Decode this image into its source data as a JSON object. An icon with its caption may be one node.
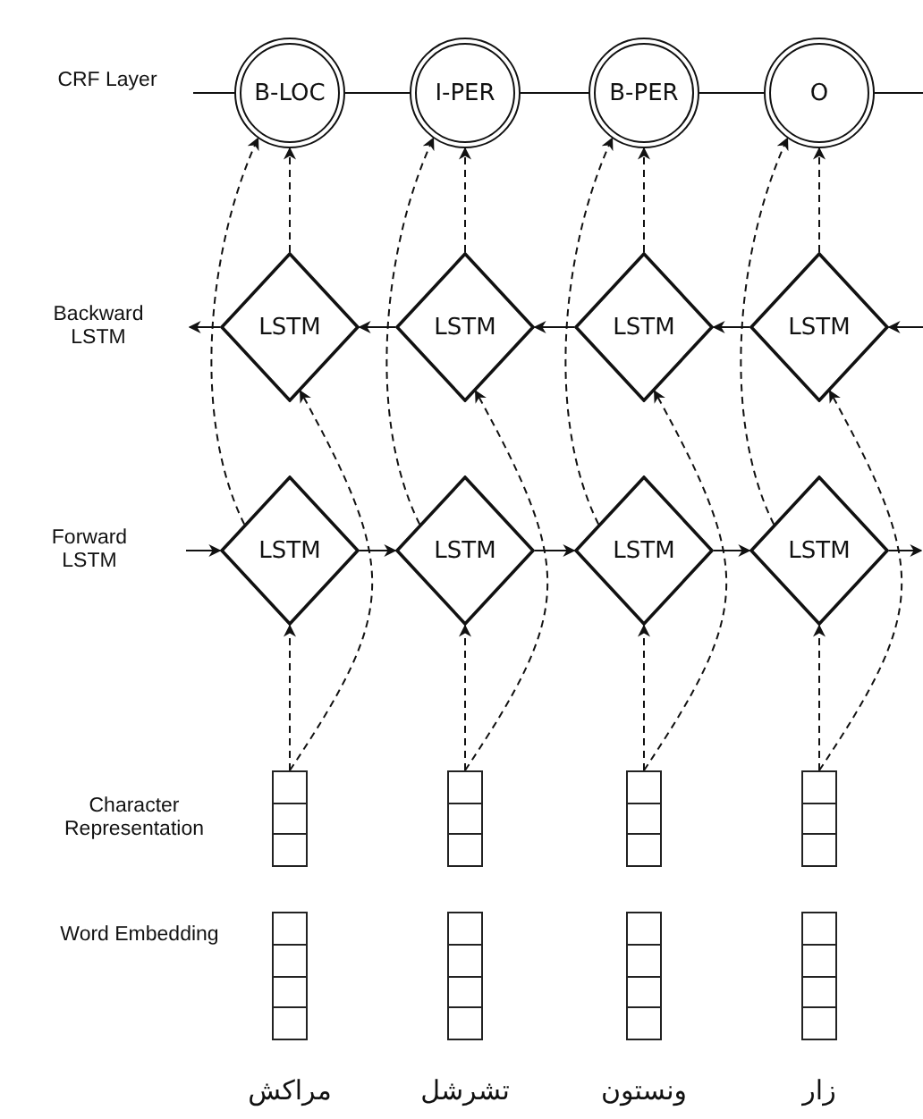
{
  "diagram": {
    "nodes": [
      {
        "text": [
          "B-LOC"
        ]
      },
      {
        "text": [
          "I-PER"
        ]
      },
      {
        "text": [
          "B-PER"
        ]
      },
      {
        "text": [
          "O"
        ]
      },
      {
        "text": [
          "LSTM"
        ]
      },
      {
        "text": [
          "LSTM"
        ]
      },
      {
        "text": [
          "LSTM"
        ]
      },
      {
        "text": [
          "LSTM"
        ]
      },
      {
        "text": [
          "LSTM"
        ]
      },
      {
        "text": [
          "LSTM"
        ]
      },
      {
        "text": [
          "LSTM"
        ]
      },
      {
        "text": [
          "LSTM"
        ]
      },
      {
        "text": [],
        "shape": "bar"
      },
      {
        "text": [],
        "shape": "bar"
      },
      {
        "text": [],
        "shape": "bar"
      },
      {
        "text": [],
        "shape": "bar"
      },
      {
        "text": [],
        "shape": "bar",
        "beside": [
          "مراكش"
        ]
      },
      {
        "text": [],
        "shape": "bar",
        "beside": [
          "تشرشل"
        ]
      },
      {
        "text": [],
        "shape": "bar",
        "beside": [
          "ونستون"
        ]
      },
      {
        "text": [],
        "shape": "bar",
        "beside": [
          "زار"
        ]
      }
    ],
    "edges": [
      {
        "from": null,
        "to": 0,
        "arrow": "none"
      },
      {
        "from": 0,
        "to": 1,
        "arrow": "none"
      },
      {
        "from": 1,
        "to": 2,
        "arrow": "none"
      },
      {
        "from": 2,
        "to": 3,
        "arrow": "none"
      },
      {
        "from": 3,
        "to": null,
        "arrow": "none"
      },
      {
        "from": 4,
        "to": null,
        "arrow": "to"
      },
      {
        "from": 5,
        "to": 4,
        "arrow": "to"
      },
      {
        "from": 6,
        "to": 5,
        "arrow": "to"
      },
      {
        "from": 7,
        "to": 6,
        "arrow": "to"
      },
      {
        "from": null,
        "to": 7,
        "arrow": "to"
      },
      {
        "from": null,
        "to": 8,
        "arrow": "to"
      },
      {
        "from": 8,
        "to": 9,
        "arrow": "to"
      },
      {
        "from": 9,
        "to": 10,
        "arrow": "to"
      },
      {
        "from": 10,
        "to": 11,
        "arrow": "to"
      },
      {
        "from": 11,
        "to": null,
        "arrow": "to"
      },
      {
        "from": 4,
        "to": 0,
        "arrow": "to",
        "style": "dashed"
      },
      {
        "from": 8,
        "to": 0,
        "arrow": "to",
        "style": "dashed"
      },
      {
        "from": 12,
        "to": 8,
        "arrow": "to",
        "style": "dashed"
      },
      {
        "from": 12,
        "to": 4,
        "arrow": "to",
        "style": "dashed"
      },
      {
        "from": 5,
        "to": 1,
        "arrow": "to",
        "style": "dashed"
      },
      {
        "from": 9,
        "to": 1,
        "arrow": "to",
        "style": "dashed"
      },
      {
        "from": 13,
        "to": 9,
        "arrow": "to",
        "style": "dashed"
      },
      {
        "from": 13,
        "to": 5,
        "arrow": "to",
        "style": "dashed"
      },
      {
        "from": 6,
        "to": 2,
        "arrow": "to",
        "style": "dashed"
      },
      {
        "from": 10,
        "to": 2,
        "arrow": "to",
        "style": "dashed"
      },
      {
        "from": 14,
        "to": 10,
        "arrow": "to",
        "style": "dashed"
      },
      {
        "from": 14,
        "to": 6,
        "arrow": "to",
        "style": "dashed"
      },
      {
        "from": 7,
        "to": 3,
        "arrow": "to",
        "style": "dashed"
      },
      {
        "from": 11,
        "to": 3,
        "arrow": "to",
        "style": "dashed"
      },
      {
        "from": 15,
        "to": 11,
        "arrow": "to",
        "style": "dashed"
      },
      {
        "from": 15,
        "to": 7,
        "arrow": "to",
        "style": "dashed"
      }
    ],
    "labels": [
      "CRF Layer",
      "Backward LSTM",
      "Forward LSTM",
      "Character Representation",
      "Word Embedding"
    ]
  }
}
